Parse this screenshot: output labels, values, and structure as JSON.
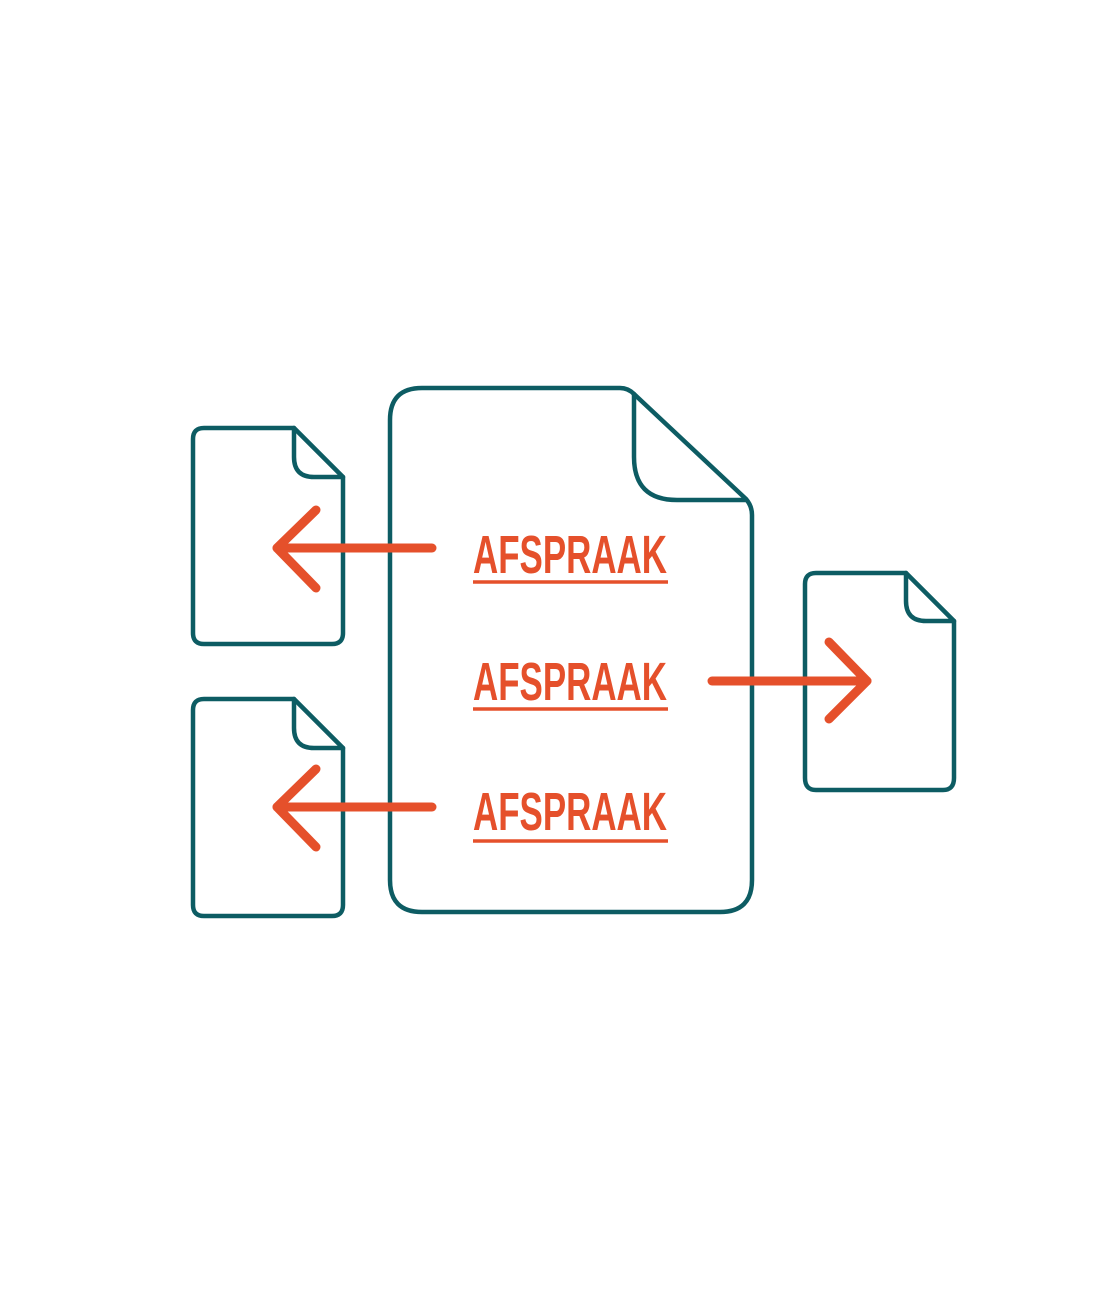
{
  "colors": {
    "document_outline": "#0d5c63",
    "accent": "#e5502b",
    "background": "#ffffff"
  },
  "main_document": {
    "terms": [
      {
        "label": "AFSPRAAK",
        "arrow_direction": "left"
      },
      {
        "label": "AFSPRAAK",
        "arrow_direction": "right"
      },
      {
        "label": "AFSPRAAK",
        "arrow_direction": "left"
      }
    ]
  },
  "icons": {
    "main_document": "document-icon",
    "linked_documents": [
      "document-icon",
      "document-icon",
      "document-icon"
    ]
  }
}
